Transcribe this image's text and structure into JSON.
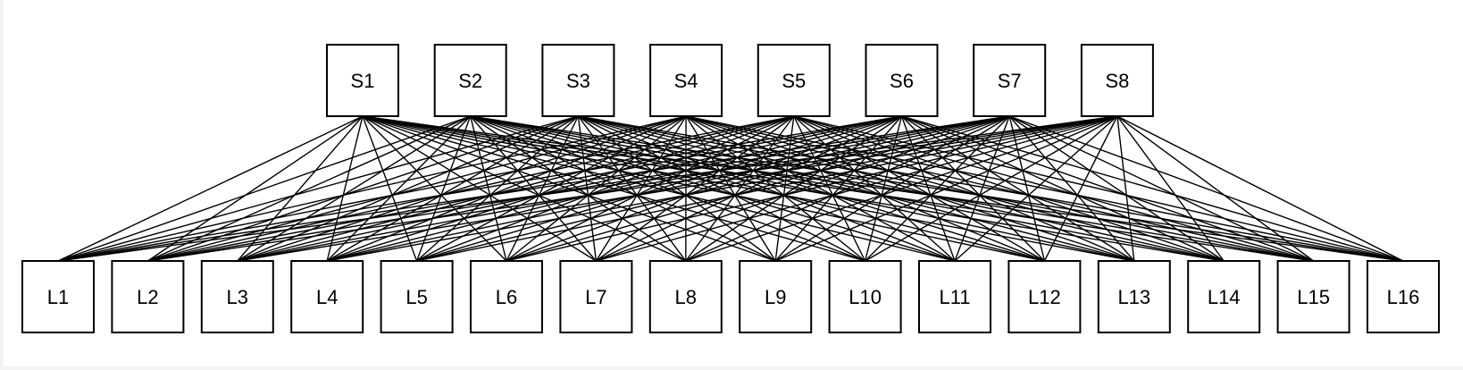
{
  "spine_nodes": [
    "S1",
    "S2",
    "S3",
    "S4",
    "S5",
    "S6",
    "S7",
    "S8"
  ],
  "leaf_nodes": [
    "L1",
    "L2",
    "L3",
    "L4",
    "L5",
    "L6",
    "L7",
    "L8",
    "L9",
    "L10",
    "L11",
    "L12",
    "L13",
    "L14",
    "L15",
    "L16"
  ],
  "connectivity": "full-mesh",
  "colors": {
    "stroke": "#000000",
    "fill": "#ffffff",
    "background": "#ffffff"
  }
}
